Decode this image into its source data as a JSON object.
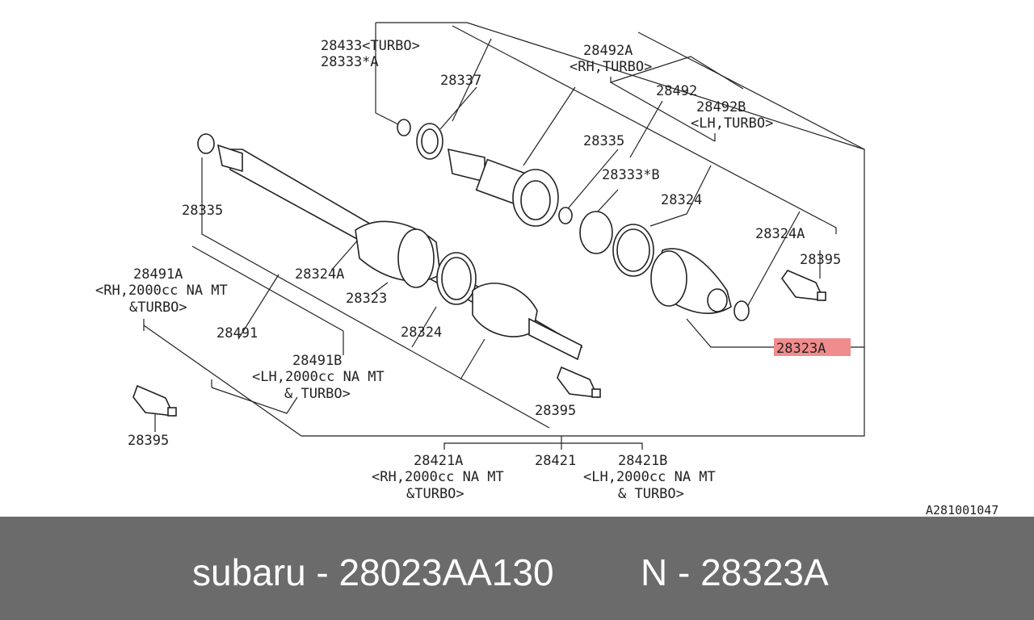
{
  "colors": {
    "highlight": "#f08c8c",
    "footer_bg": "#6b6b6b",
    "footer_text": "#ffffff",
    "ink": "#222222"
  },
  "labels": {
    "p28433": "28433<TURBO>",
    "p28333a": "28333*A",
    "p28337": "28337",
    "p28492a": "28492A",
    "p28492a_note": "<RH,TURBO>",
    "p28492": "28492",
    "p28492b": "28492B",
    "p28492b_note": "<LH,TURBO>",
    "p28335_top": "28335",
    "p28333b": "28333*B",
    "p28324_top": "28324",
    "p28324a_right": "28324A",
    "p28395_right": "28395",
    "p28323a": "28323A",
    "p28335_left": "28335",
    "p28491a": "28491A",
    "p28491a_note1": "<RH,2000cc NA MT",
    "p28491a_note2": "&TURBO>",
    "p28324a_mid": "28324A",
    "p28323": "28323",
    "p28491": "28491",
    "p28324_mid": "28324",
    "p28491b": "28491B",
    "p28491b_note1": "<LH,2000cc NA MT",
    "p28491b_note2": "& TURBO>",
    "p28395_mid": "28395",
    "p28395_left": "28395",
    "p28421a": "28421A",
    "p28421a_note1": "<RH,2000cc NA MT",
    "p28421a_note2": "&TURBO>",
    "p28421": "28421",
    "p28421b": "28421B",
    "p28421b_note1": "<LH,2000cc NA MT",
    "p28421b_note2": "& TURBO>",
    "diagram_code": "A281001047"
  },
  "footer": {
    "brand_part": "subaru - 28023AA130",
    "ref": "N - 28323A"
  }
}
